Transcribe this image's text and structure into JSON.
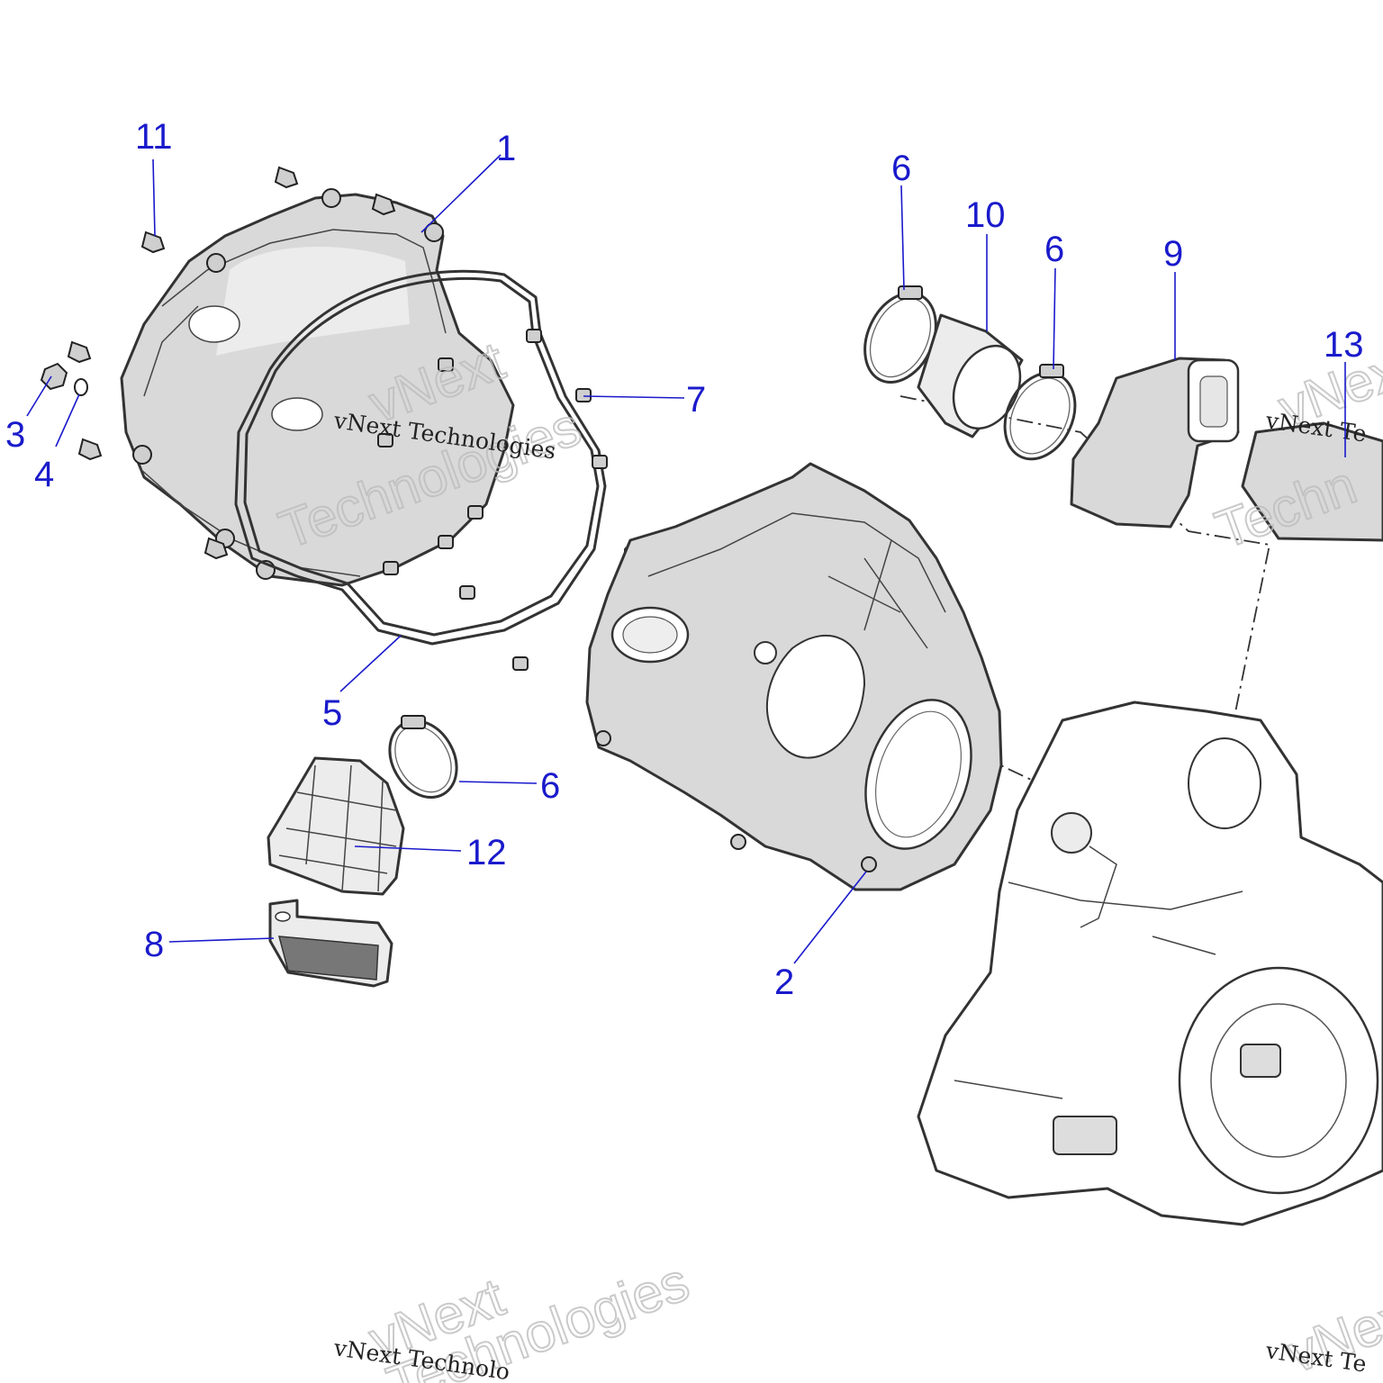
{
  "diagram": {
    "callout_color": "#1a1acc",
    "callouts": [
      "11",
      "1",
      "3",
      "4",
      "7",
      "5",
      "6",
      "10",
      "6",
      "9",
      "13",
      "6",
      "12",
      "8",
      "2"
    ]
  },
  "watermarks": {
    "main_text": "vNext Technologies",
    "ghost_vnext": "vNext",
    "ghost_technologies": "Technologies",
    "ghost_fragment": "Techn",
    "partial_text_1": "vNext Technolo",
    "partial_text_2": "vNext Te",
    "partial_text_3": "vNext Te"
  }
}
